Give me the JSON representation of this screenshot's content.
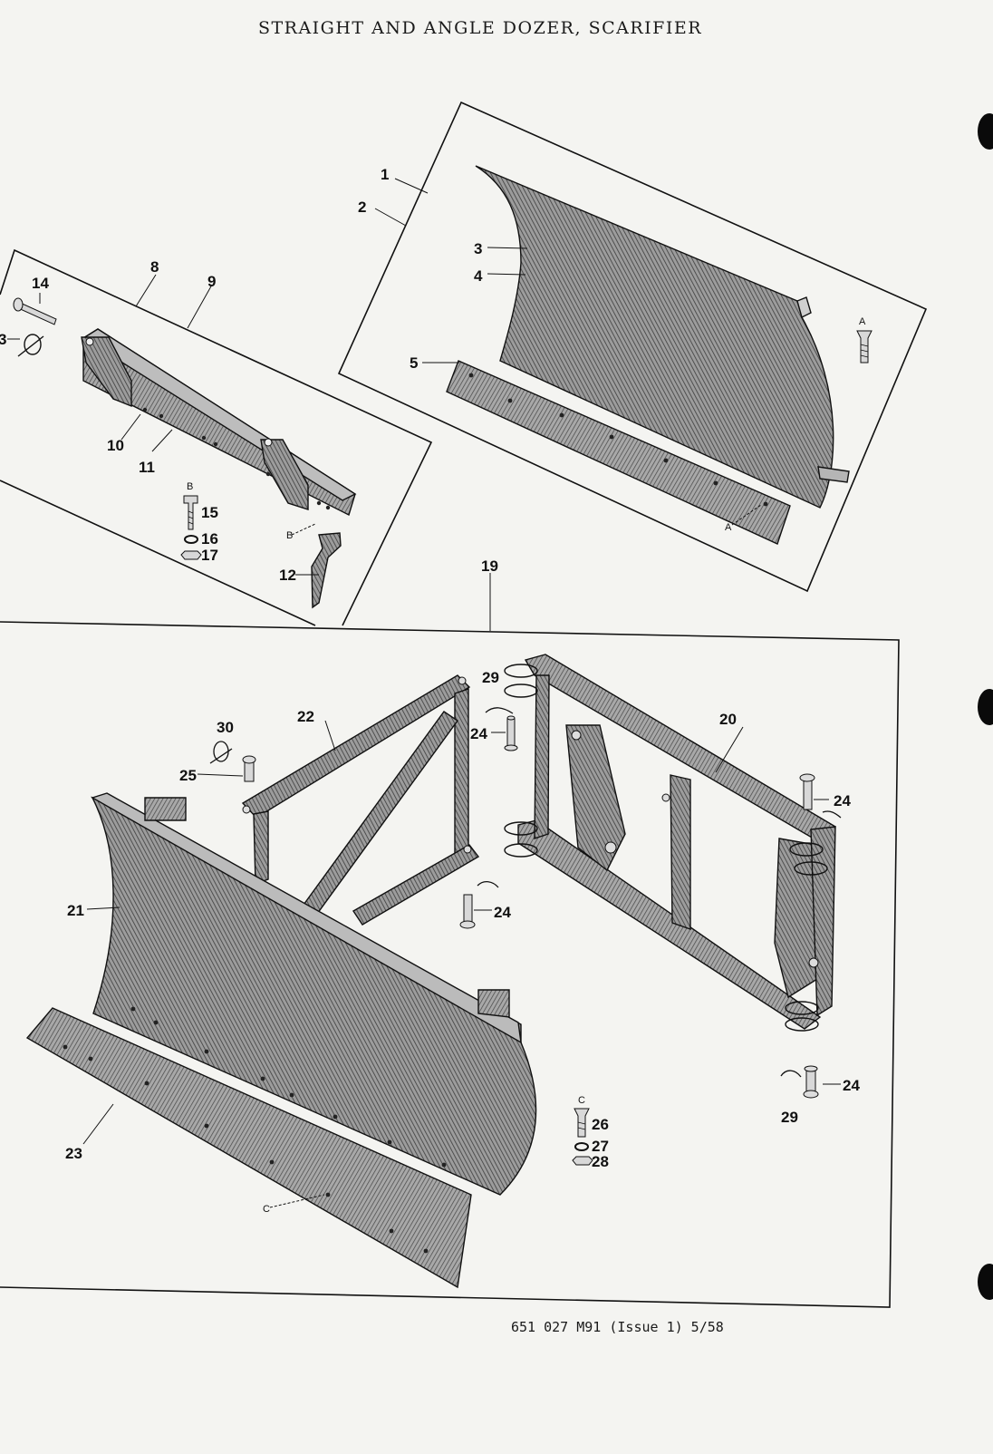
{
  "page": {
    "title": "STRAIGHT AND ANGLE DOZER, SCARIFIER",
    "footer": "651 027 M91 (Issue 1) 5/58"
  },
  "callouts": {
    "c1": "1",
    "c2": "2",
    "c3": "3",
    "c4": "4",
    "c5": "5",
    "c8": "8",
    "c9": "9",
    "c10": "10",
    "c11": "11",
    "c12": "12",
    "c13": "3",
    "c14": "14",
    "c15": "15",
    "c16": "16",
    "c17": "17",
    "c19": "19",
    "c20": "20",
    "c21": "21",
    "c22": "22",
    "c23": "23",
    "c24a": "24",
    "c24b": "24",
    "c24c": "24",
    "c24d": "24",
    "c25": "25",
    "c26": "26",
    "c27": "27",
    "c28": "28",
    "c29a": "29",
    "c29b": "29",
    "c30": "30"
  },
  "letters": {
    "A_top": "A",
    "A_blade": "A",
    "B_top": "B",
    "B_bar": "B",
    "C_top": "C",
    "C_blade": "C"
  },
  "colors": {
    "ink": "#111111",
    "paper": "#f4f4f1",
    "shade": "#8a8a8a"
  }
}
